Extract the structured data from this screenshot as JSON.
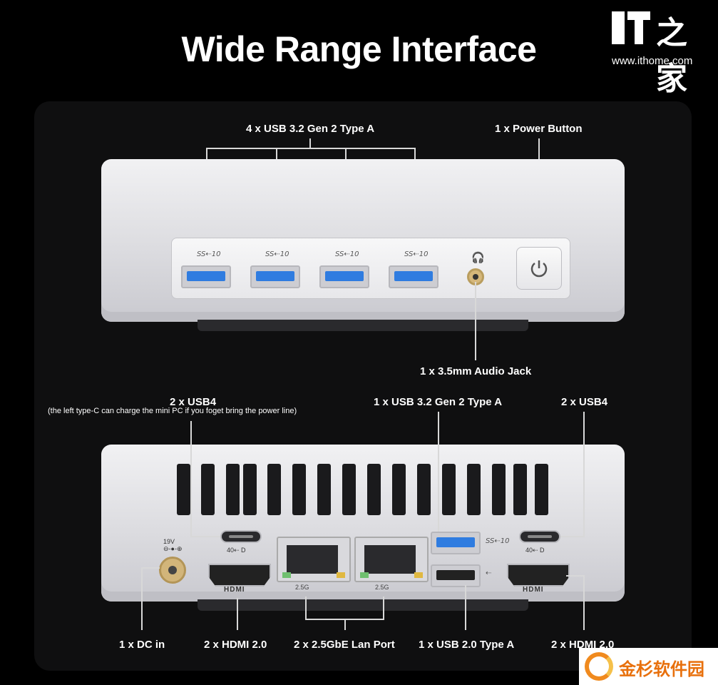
{
  "title": "Wide Range Interface",
  "logo": {
    "it": "IT",
    "chinese": "之家",
    "url": "www.ithome.com"
  },
  "front": {
    "usb_a_label": "4 x USB 3.2 Gen 2 Type A",
    "power_label": "1 x Power Button",
    "audio_label": "1 x 3.5mm Audio Jack",
    "ss_mark": "SS⇠10"
  },
  "rear": {
    "usb4_left_label": "2 x USB4",
    "usb4_left_note": "(the left type-C can charge the mini PC if you foget bring the power line)",
    "usb32_label": "1 x USB 3.2 Gen 2 Type A",
    "usb4_right_label": "2 x USB4",
    "dc_label": "1 x DC in",
    "hdmi_left_label": "2 x HDMI 2.0",
    "lan_label": "2 x 2.5GbE Lan Port",
    "usb20_label": "1 x USB 2.0 Type A",
    "hdmi_right_label": "2 x HDMI 2.0",
    "hdmi_mark": "HDMI",
    "lan_mark": "2.5G",
    "dc_mark": "19V",
    "usbc_mark": "40⇠ D"
  },
  "watermark": {
    "text": "金杉软件园"
  }
}
